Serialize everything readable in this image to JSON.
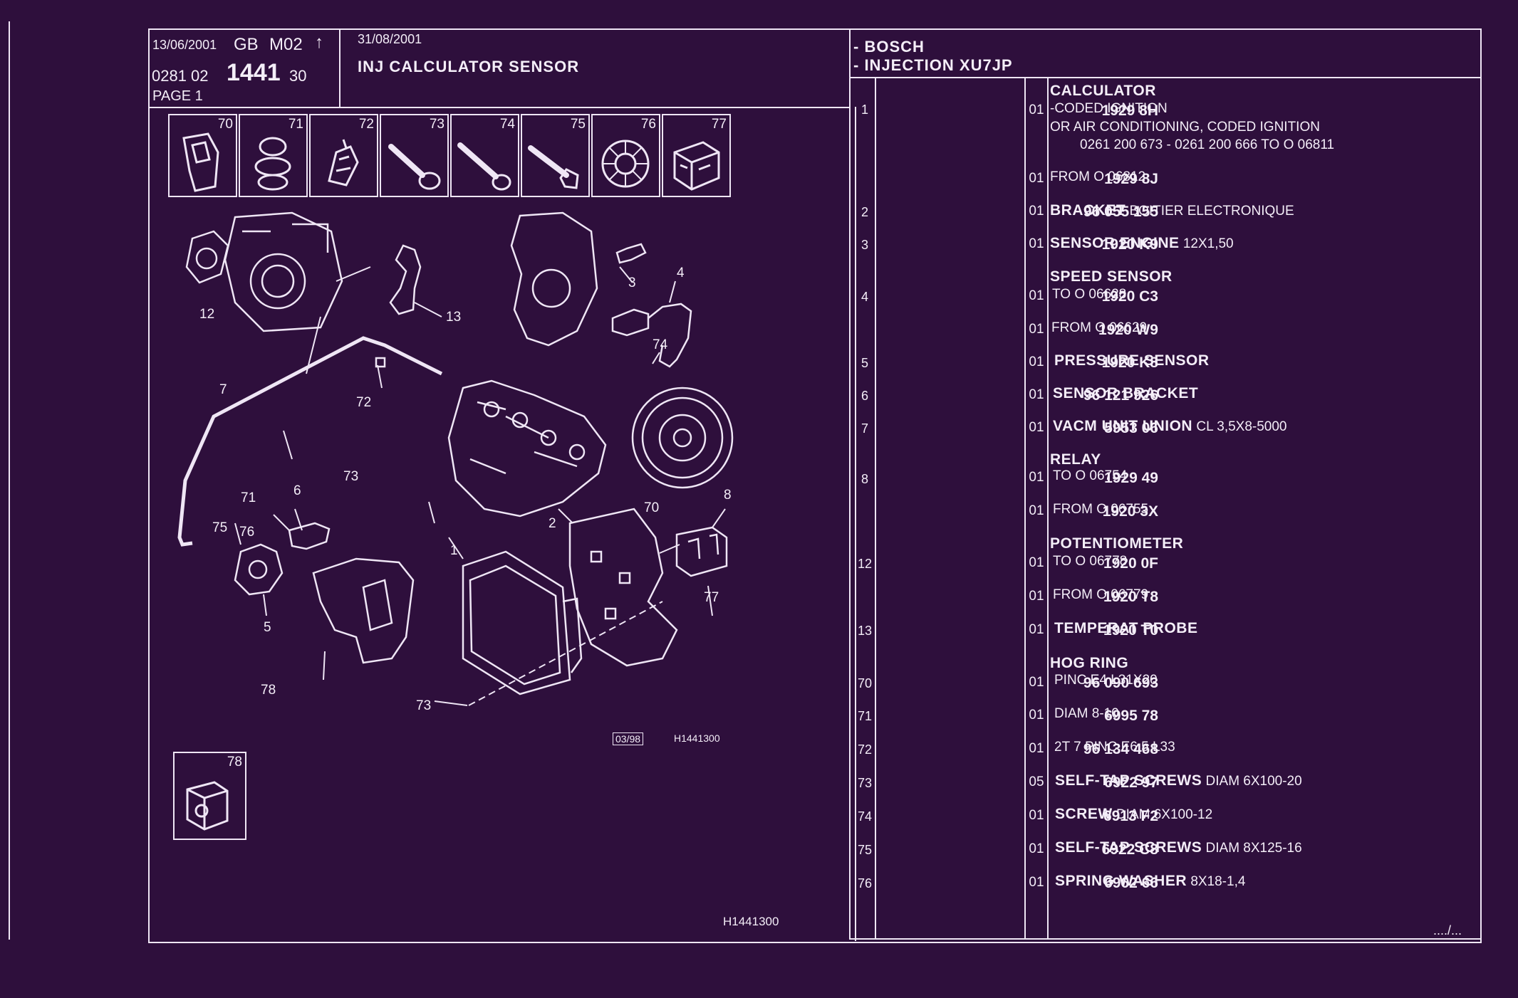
{
  "header": {
    "date_left": "13/06/2001",
    "lang": "GB",
    "model": "M02",
    "arrow": "↑",
    "code_prefix": "0281 02",
    "code_main": "1441",
    "code_suffix": "30",
    "page_label": "PAGE 1",
    "date_right": "31/08/2001",
    "title": "INJ CALCULATOR SENSOR",
    "brand_line1": "- BOSCH",
    "brand_line2": "- INJECTION XU7JP"
  },
  "thumbnails": [
    "70",
    "71",
    "72",
    "73",
    "74",
    "75",
    "76",
    "77"
  ],
  "inset": {
    "label": "78"
  },
  "drawing": {
    "callouts": [
      "12",
      "13",
      "3",
      "4",
      "74",
      "7",
      "72",
      "73",
      "71",
      "6",
      "75",
      "76",
      "5",
      "78",
      "1",
      "2",
      "70",
      "8",
      "77",
      "73"
    ],
    "stamp": "03/98",
    "stamp_code": "H1441300",
    "footer_code": "H1441300"
  },
  "parts": [
    {
      "idx": "1",
      "heading": "CALCULATOR",
      "lines": [
        {
          "ref": "1929 8H",
          "qty": "01",
          "bold": "",
          "text": "-CODED IGNITION"
        },
        {
          "ref": "",
          "qty": "",
          "bold": "",
          "text": "OR AIR CONDITIONING, CODED IGNITION"
        },
        {
          "ref": "",
          "qty": "",
          "bold": "",
          "text": "0261 200 673 - 0261 200 666 TO  O  06811"
        },
        {
          "ref": "1929 8J",
          "qty": "01",
          "bold": "",
          "text": "FROM  O  06812"
        }
      ]
    },
    {
      "idx": "2",
      "ref": "96 055 155",
      "qty": "01",
      "bold": "BRACKET",
      "text": "BOITIER ELECTRONIQUE"
    },
    {
      "idx": "3",
      "ref": "1920 K9",
      "qty": "01",
      "bold": "SENSOR ENGINE",
      "text": "12X1,50"
    },
    {
      "idx": "4",
      "heading": "SPEED SENSOR",
      "lines": [
        {
          "ref": "1920 C3",
          "qty": "01",
          "bold": "",
          "text": "TO  O  06628"
        },
        {
          "ref": "1920 W9",
          "qty": "01",
          "bold": "",
          "text": "FROM  O  06629"
        }
      ]
    },
    {
      "idx": "5",
      "ref": "1920 K8",
      "qty": "01",
      "bold": "PRESSURE SENSOR",
      "text": ""
    },
    {
      "idx": "6",
      "ref": "96 121 926",
      "qty": "01",
      "bold": "SENSOR BRACKET",
      "text": ""
    },
    {
      "idx": "7",
      "ref": "5953 06",
      "qty": "01",
      "bold": "VACM UNIT UNION",
      "text": "CL 3,5X8-5000"
    },
    {
      "idx": "8",
      "heading": "RELAY",
      "lines": [
        {
          "ref": "1929 49",
          "qty": "01",
          "bold": "",
          "text": "TO  O  06754"
        },
        {
          "ref": "1920 3X",
          "qty": "01",
          "bold": "",
          "text": "FROM  O  06755"
        }
      ]
    },
    {
      "idx": "12",
      "heading": "POTENTIOMETER",
      "lines": [
        {
          "ref": "1920 0F",
          "qty": "01",
          "bold": "",
          "text": "TO  O  06778"
        },
        {
          "ref": "1920 T8",
          "qty": "01",
          "bold": "",
          "text": "FROM  O  06779"
        }
      ]
    },
    {
      "idx": "13",
      "ref": "1920 T0",
      "qty": "01",
      "bold": "TEMPERAT PROBE",
      "text": ""
    },
    {
      "idx": "70",
      "heading": "HOG RING",
      "lines": [
        {
          "ref": "96 090 693",
          "qty": "01",
          "bold": "",
          "text": "PINC E4 L31X20"
        }
      ]
    },
    {
      "idx": "71",
      "ref": "6995 78",
      "qty": "01",
      "bold": "",
      "text": "DIAM 8-10"
    },
    {
      "idx": "72",
      "ref": "96 134 468",
      "qty": "01",
      "bold": "",
      "text": "2T 7 PINC E6,5 L33"
    },
    {
      "idx": "73",
      "ref": "6922 97",
      "qty": "05",
      "bold": "SELF-TAP SCREWS",
      "text": "DIAM 6X100-20"
    },
    {
      "idx": "74",
      "ref": "6913 F2",
      "qty": "01",
      "bold": "SCREW",
      "text": "DIAM 6X100-12"
    },
    {
      "idx": "75",
      "ref": "6922 C8",
      "qty": "01",
      "bold": "SELF-TAP SCREWS",
      "text": "DIAM 8X125-16"
    },
    {
      "idx": "76",
      "ref": "6962 66",
      "qty": "01",
      "bold": "SPRING WASHER",
      "text": "8X18-1,4"
    }
  ],
  "continued": "..../..."
}
